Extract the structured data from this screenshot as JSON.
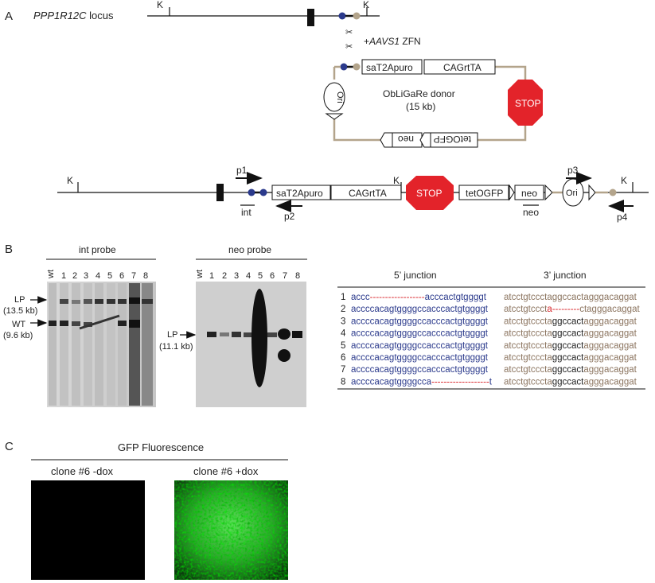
{
  "panelA": {
    "label": "A",
    "locus_label": "PPP1R12C",
    "locus_suffix": " locus",
    "k": "K",
    "zfn_prefix": "+",
    "zfn_italic": "AAVS1",
    "zfn_suffix": " ZFN",
    "donor_name": "ObLiGaRe donor",
    "donor_size": "(15 kb)",
    "box_satpuro": "saT2Apuro",
    "box_cagrtta": "CAGrtTA",
    "box_tetogfp": "tetOGFP",
    "box_neo": "neo",
    "stop": "STOP",
    "ori": "Ori",
    "p1": "p1",
    "p2": "p2",
    "p3": "p3",
    "p4": "p4",
    "int": "int",
    "neo_probe_mark": "neo"
  },
  "panelB": {
    "label": "B",
    "int_probe_title": "int probe",
    "neo_probe_title": "neo probe",
    "lanes": [
      "wt",
      "1",
      "2",
      "3",
      "4",
      "5",
      "6",
      "7",
      "8"
    ],
    "lp_int": "LP",
    "lp_int_size": "(13.5 kb)",
    "wt_label": "WT",
    "wt_size": "(9.6 kb)",
    "lp_neo": "LP",
    "lp_neo_size": "(11.1 kb)",
    "junction5_title": "5’ junction",
    "junction3_title": "3’ junction",
    "rows": [
      {
        "n": "1",
        "j5": [
          [
            "accc",
            "blue"
          ],
          [
            "------------------",
            "red"
          ],
          [
            "acccactgtggggt",
            "blue"
          ]
        ],
        "j3": [
          [
            "atcctgtccctaggccactagggacaggat",
            "tan"
          ]
        ]
      },
      {
        "n": "2",
        "j5": [
          [
            "accccacagtggggccacccactgtggggt",
            "blue"
          ]
        ],
        "j3": [
          [
            "atcctgtccct",
            "tan"
          ],
          [
            "a---------",
            "red"
          ],
          [
            "ctagggacaggat",
            "tan"
          ]
        ]
      },
      {
        "n": "3",
        "j5": [
          [
            "accccacagtggggccacccactgtggggt",
            "blue"
          ]
        ],
        "j3": [
          [
            "atcctgtcccta",
            "tan"
          ],
          [
            "ggccact",
            "blk"
          ],
          [
            "agggacaggat",
            "tan"
          ]
        ]
      },
      {
        "n": "4",
        "j5": [
          [
            "accccacagtggggccacccactgtggggt",
            "blue"
          ]
        ],
        "j3": [
          [
            "atcctgtcccta",
            "tan"
          ],
          [
            "ggccact",
            "blk"
          ],
          [
            "agggacaggat",
            "tan"
          ]
        ]
      },
      {
        "n": "5",
        "j5": [
          [
            "accccacagtggggccacccactgtggggt",
            "blue"
          ]
        ],
        "j3": [
          [
            "atcctgtcccta",
            "tan"
          ],
          [
            "ggccact",
            "blk"
          ],
          [
            "agggacaggat",
            "tan"
          ]
        ]
      },
      {
        "n": "6",
        "j5": [
          [
            "accccacagtggggccacccactgtggggt",
            "blue"
          ]
        ],
        "j3": [
          [
            "atcctgtcccta",
            "tan"
          ],
          [
            "ggccact",
            "blk"
          ],
          [
            "agggacaggat",
            "tan"
          ]
        ]
      },
      {
        "n": "7",
        "j5": [
          [
            "accccacagtggggccacccactgtggggt",
            "blue"
          ]
        ],
        "j3": [
          [
            "atcctgtcccta",
            "tan"
          ],
          [
            "ggccact",
            "blk"
          ],
          [
            "agggacaggat",
            "tan"
          ]
        ]
      },
      {
        "n": "8",
        "j5": [
          [
            "accccacagtggggcca",
            "blue"
          ],
          [
            "-------------------",
            "red"
          ],
          [
            "t",
            "blue"
          ]
        ],
        "j3": [
          [
            "atcctgtcccta",
            "tan"
          ],
          [
            "ggccact",
            "blk"
          ],
          [
            "agggacaggat",
            "tan"
          ]
        ]
      }
    ]
  },
  "panelC": {
    "label": "C",
    "title": "GFP Fluorescence",
    "left_caption": "clone #6 -dox",
    "right_caption": "clone #6 +dox"
  },
  "colors": {
    "ecm_blue": "#2b3a8c",
    "ecm_tan": "#b3a48b",
    "stop_red": "#e3232a",
    "gfp_green": "#3cc23a"
  }
}
